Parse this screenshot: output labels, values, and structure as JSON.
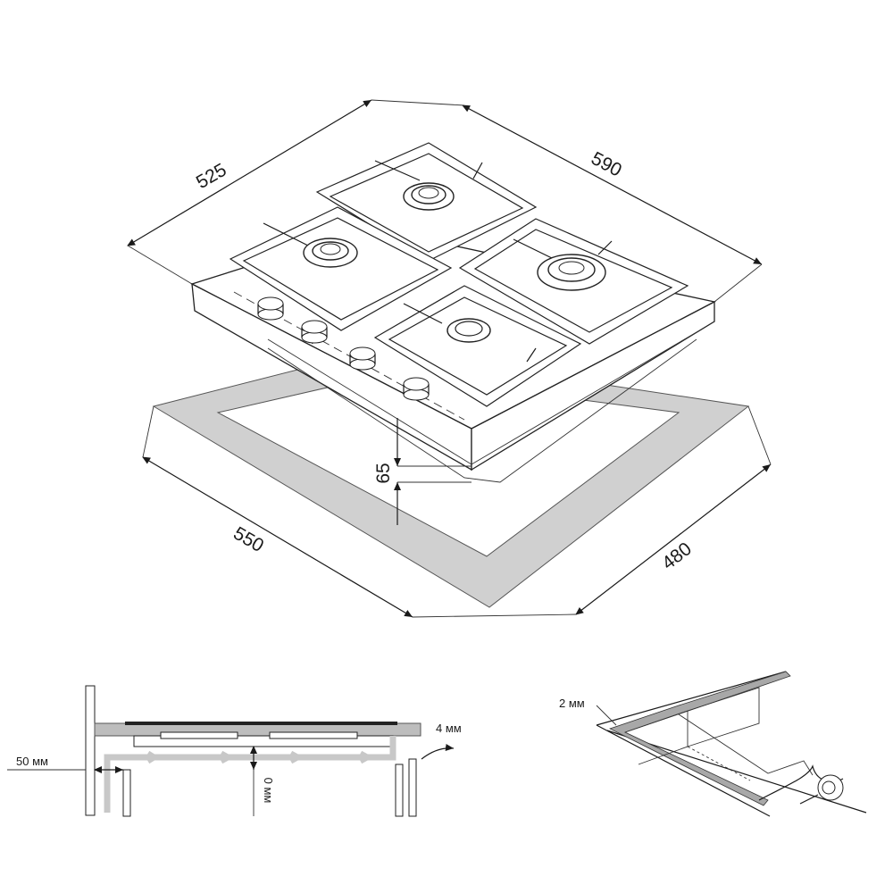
{
  "dimensions": {
    "hob_depth": "525",
    "hob_width": "590",
    "cutout_width": "550",
    "cutout_depth": "480",
    "built_in_height": "65"
  },
  "installation_details": {
    "wall_clearance": "50 мм",
    "gap_right": "4 мм",
    "vertical_clearance_partial": "0 мм",
    "seal_thickness": "2 мм"
  }
}
